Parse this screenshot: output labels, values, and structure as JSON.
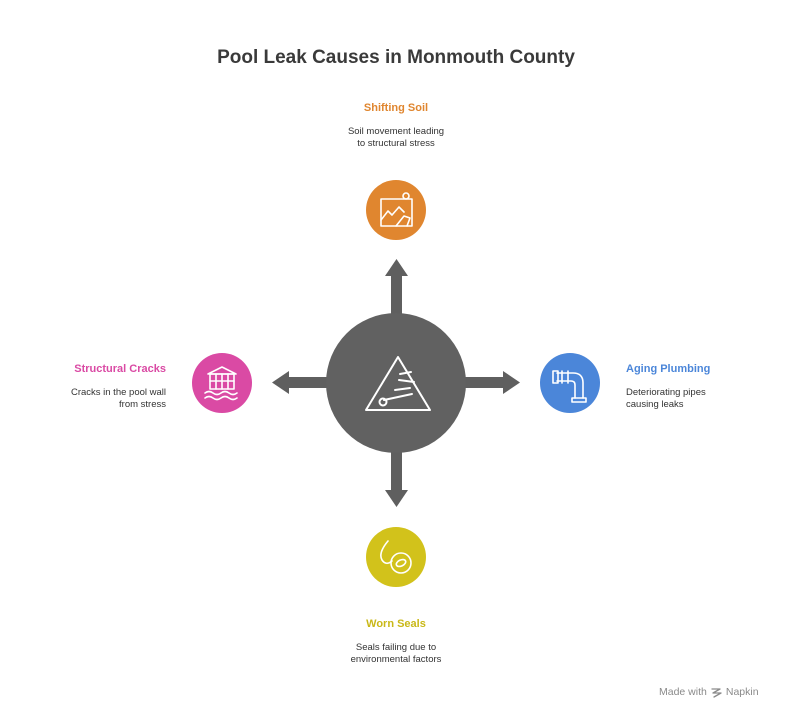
{
  "title": "Pool Leak Causes in Monmouth County",
  "center": {
    "icon": "warning-triangle-icon",
    "color": "#616161"
  },
  "arrow_color": "#5f5f5f",
  "nodes": {
    "top": {
      "label": "Shifting Soil",
      "desc_line1": "Soil movement leading",
      "desc_line2": "to structural stress",
      "color": "#e0862f",
      "icon": "landslide-icon"
    },
    "left": {
      "label": "Structural Cracks",
      "desc_line1": "Cracks in the pool wall",
      "desc_line2": "from stress",
      "color": "#da4aa4",
      "icon": "cracked-wall-icon"
    },
    "right": {
      "label": "Aging Plumbing",
      "desc_line1": "Deteriorating pipes",
      "desc_line2": "causing leaks",
      "color": "#4b86d9",
      "icon": "pipe-icon"
    },
    "bottom": {
      "label": "Worn Seals",
      "desc_line1": "Seals failing due to",
      "desc_line2": "environmental factors",
      "color": "#d2c21b",
      "icon": "seal-drop-icon"
    }
  },
  "footer": {
    "made_with": "Made with",
    "brand": "Napkin"
  }
}
